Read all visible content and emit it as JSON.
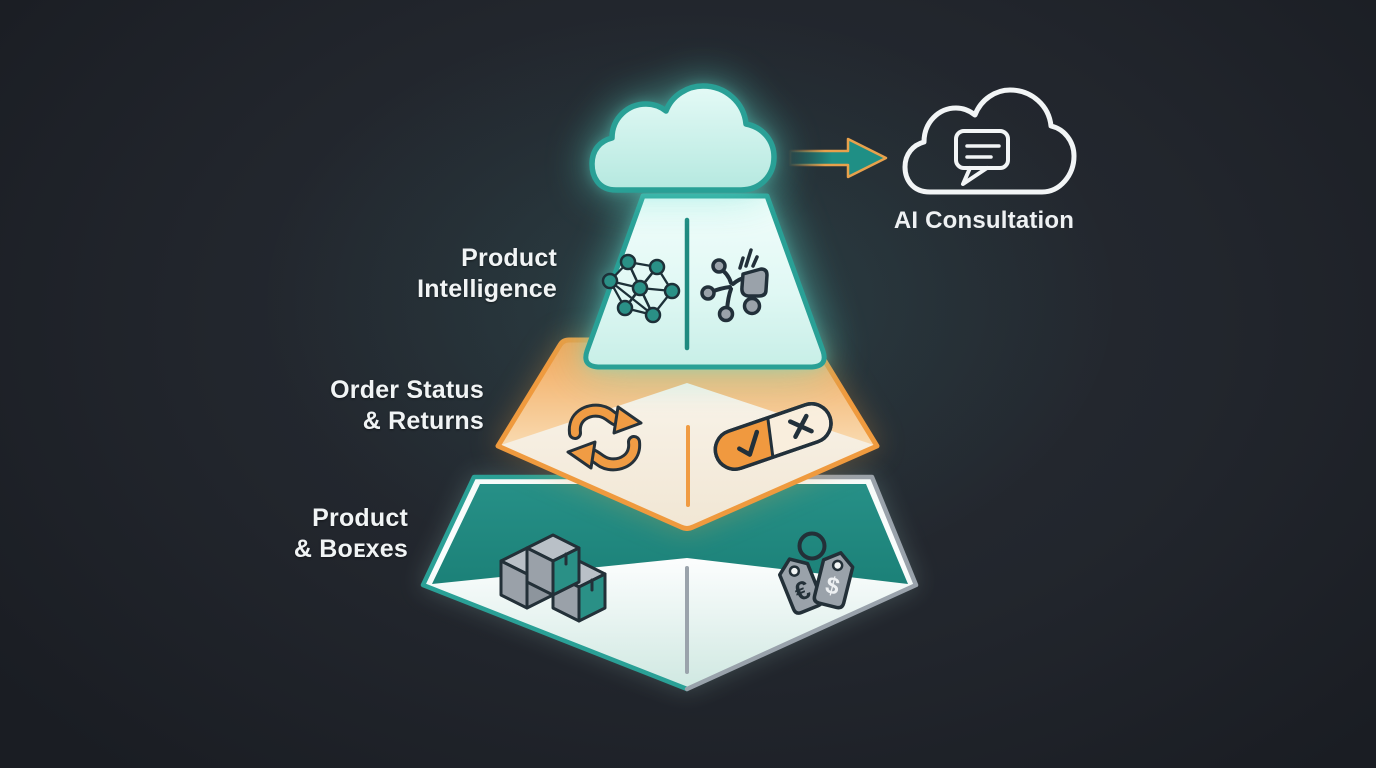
{
  "diagram": {
    "title_hint": "support-pyramid-to-ai-consultation",
    "background_color": "#21252b",
    "text_color": "#f1f4f5",
    "pyramid": {
      "cloud": {
        "icon": "pyramid-cloud-icon",
        "fill": "#cdeee8",
        "stroke": "#2aa196"
      },
      "layers": [
        {
          "id": "product-intelligence",
          "label": "Product\nIntelligence",
          "accent": "#2aa196",
          "fill": "#ddf6f1",
          "icons": [
            "neural-network-icon",
            "insight-branch-icon"
          ]
        },
        {
          "id": "order-status-returns",
          "label": "Order Status\n& Returns",
          "accent": "#ef9a3e",
          "fill": "#f9f4eb",
          "icons": [
            "returns-cycle-icon",
            "approve-reject-pill-icon"
          ]
        },
        {
          "id": "product-boxes",
          "label": "Product\n& Boᴇxes",
          "accent": "#1f877d",
          "edge_gray": "#99a2ab",
          "fill": "#f4faf8",
          "icons": [
            "stacked-boxes-icon",
            "price-tags-icon"
          ]
        }
      ]
    },
    "output": {
      "label": "AI Consultation",
      "icon": "cloud-chat-icon",
      "arrow": {
        "icon": "flow-arrow-icon",
        "fill": "#1f8f85",
        "stroke": "#e8a14c"
      }
    },
    "glyphs": {
      "euro": "€",
      "dollar": "$"
    },
    "icon_palette": {
      "outline": "#233038",
      "gray": "#9aa2aa",
      "teal": "#2a9086",
      "orange": "#f09c44"
    }
  }
}
